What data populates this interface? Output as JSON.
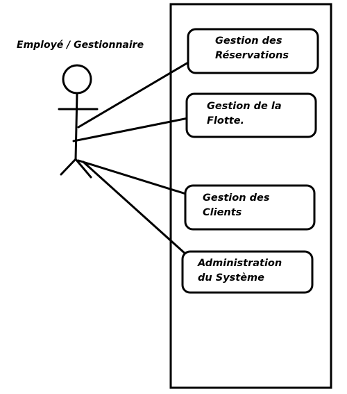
{
  "actor": {
    "label": "Employé / Gestionnaire"
  },
  "use_cases": [
    {
      "id": "uc-reservations",
      "label": "Gestion des\nRéservations"
    },
    {
      "id": "uc-flotte",
      "label": "Gestion de la\nFlotte."
    },
    {
      "id": "uc-clients",
      "label": "Gestion des\nClients"
    },
    {
      "id": "uc-administration",
      "label": "Administration\ndu Système"
    }
  ],
  "colors": {
    "stroke": "#000000",
    "background": "#ffffff"
  }
}
